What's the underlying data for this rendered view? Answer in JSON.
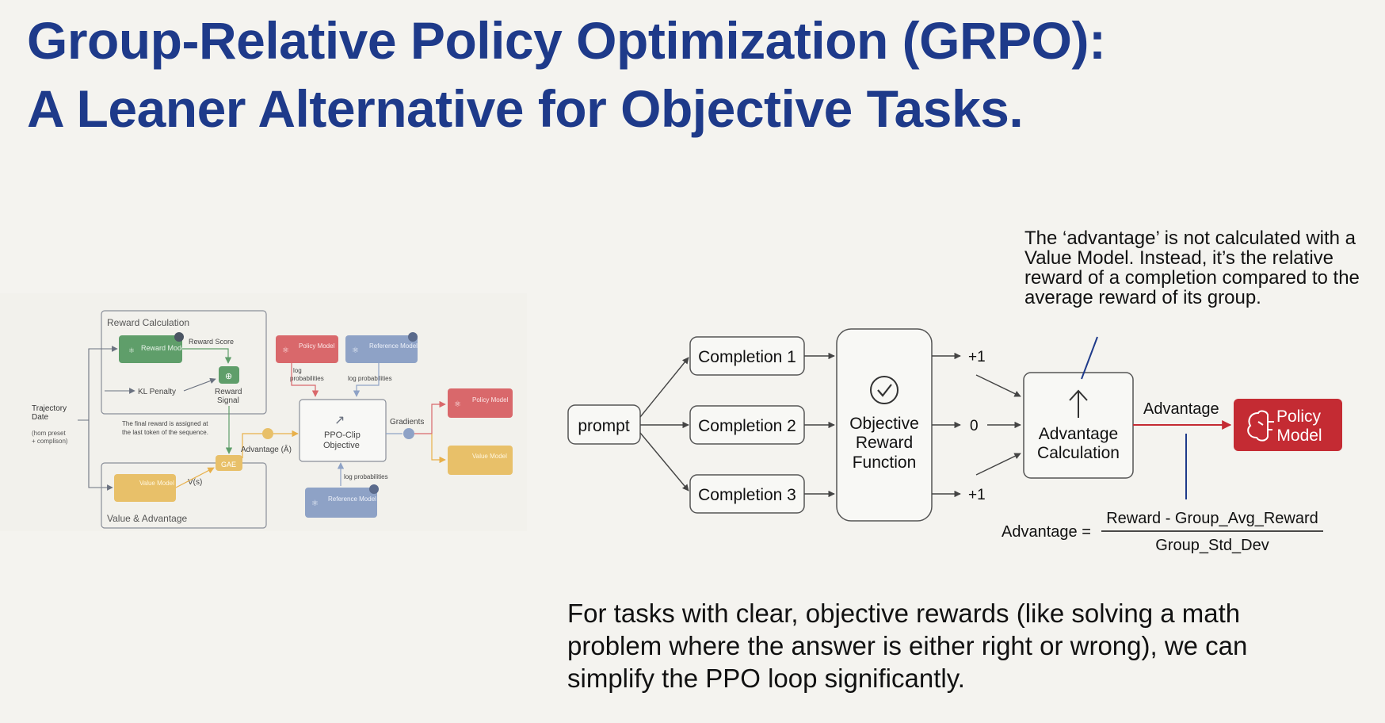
{
  "title": {
    "line1": "Group-Relative Policy Optimization (GRPO):",
    "line2": "A Leaner Alternative for Objective Tasks."
  },
  "ppo_diagram": {
    "reward_calc_label": "Reward Calculation",
    "reward_model": "Reward Model",
    "reward_score": "Reward Score",
    "kl_penalty": "KL Penalty",
    "reward_signal_1": "Reward",
    "reward_signal_2": "Signal",
    "trajectory_1": "Trajectory",
    "trajectory_2": "Date",
    "trajectory_3": "(hom preset",
    "trajectory_4": "+ complison)",
    "final_reward_1": "The final reward is assigned at",
    "final_reward_2": "the last token of the sequence.",
    "policy_model_top": "Policy Model",
    "reference_model_top": "Reference Model",
    "log_prob_1a": "log",
    "log_prob_1b": "probabilities",
    "log_prob_2": "log probabilities",
    "log_prob_3": "log probabilities",
    "ppo_clip_1": "PPO-Clip",
    "ppo_clip_2": "Objective",
    "advantage": "Advantage (Â)",
    "gradients": "Gradients",
    "policy_model_right": "Policy Model",
    "value_model_right": "Value Model",
    "gae": "GAE",
    "value_model": "Value Model",
    "vn": "V(s)",
    "value_adv_label": "Value & Advantage",
    "reference_model_bottom": "Reference Model"
  },
  "grpo_diagram": {
    "prompt": "prompt",
    "completions": [
      "Completion 1",
      "Completion 2",
      "Completion 3"
    ],
    "objective_1": "Objective",
    "objective_2": "Reward",
    "objective_3": "Function",
    "rewards": [
      "+1",
      "0",
      "+1"
    ],
    "adv_calc_1": "Advantage",
    "adv_calc_2": "Calculation",
    "advantage_label": "Advantage",
    "policy_1": "Policy",
    "policy_2": "Model",
    "formula_lhs": "Advantage =",
    "formula_num": "Reward - Group_Avg_Reward",
    "formula_den": "Group_Std_Dev"
  },
  "note": "The ‘advantage’ is not calculated with a Value Model. Instead, it’s the relative reward of a completion compared to the average reward of its group.",
  "bottom_text": "For tasks with clear, objective rewards (like solving a math problem where the answer is either right or wrong), we can simplify the PPO loop significantly.",
  "colors": {
    "title": "#1e3a8a",
    "green": "#5f9e6a",
    "red": "#c42b33",
    "blue": "#8ea2c6",
    "yellow": "#e8c069",
    "pink": "#d9686b"
  }
}
